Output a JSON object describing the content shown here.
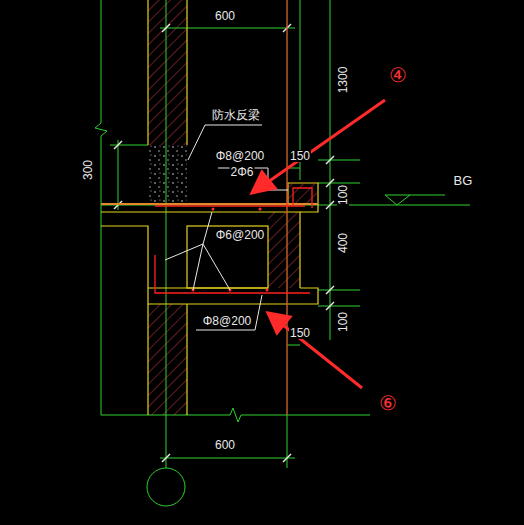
{
  "diagram": {
    "labels": [
      "600",
      "1300",
      "④",
      "防水反梁",
      "Φ8@200",
      "2Φ6",
      "150",
      "BG",
      "300",
      "100",
      "Φ6@200",
      "400",
      "⑥",
      "Φ8@200",
      "150",
      "100",
      "600"
    ]
  }
}
